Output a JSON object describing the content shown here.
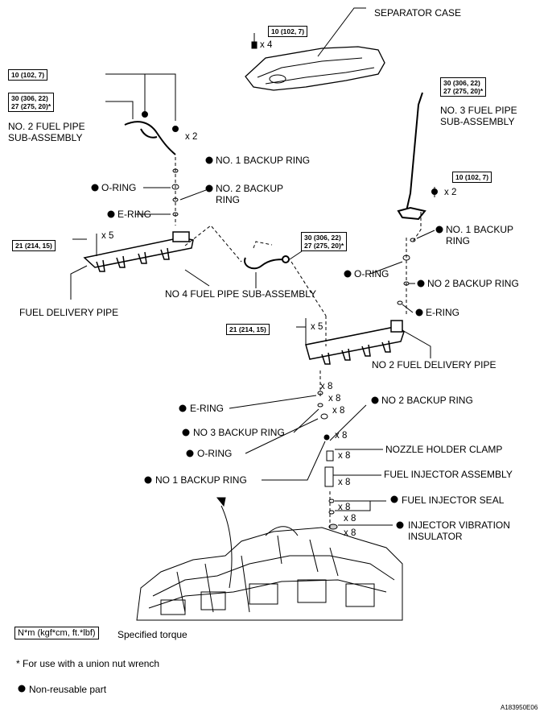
{
  "labels": {
    "separator_case": "SEPARATOR CASE",
    "no2_fuel_pipe": [
      "NO. 2 FUEL PIPE",
      "SUB-ASSEMBLY"
    ],
    "no3_fuel_pipe": [
      "NO. 3 FUEL PIPE",
      "SUB-ASSEMBLY"
    ],
    "no4_fuel_pipe": "NO  4 FUEL PIPE SUB-ASSEMBLY",
    "fuel_delivery_pipe": "FUEL DELIVERY PIPE",
    "no2_fuel_delivery_pipe": "NO  2 FUEL DELIVERY PIPE",
    "no1_backup_ring_left": "NO. 1 BACKUP RING",
    "o_ring_left": "O-RING",
    "no2_backup_ring_left": [
      "NO. 2 BACKUP",
      "RING"
    ],
    "e_ring_left": "E-RING",
    "no1_backup_ring_right": [
      "NO. 1 BACKUP",
      "RING"
    ],
    "o_ring_right": "O-RING",
    "no2_backup_ring_right": "NO  2 BACKUP RING",
    "e_ring_right": "E-RING",
    "e_ring_bottom": "E-RING",
    "no3_backup_ring_bottom": "NO  3 BACKUP RING",
    "o_ring_bottom": "O-RING",
    "no1_backup_ring_bottom": "NO  1 BACKUP RING",
    "no2_backup_ring_bottom": "NO  2 BACKUP RING",
    "nozzle_holder_clamp": "NOZZLE HOLDER CLAMP",
    "fuel_injector_assembly": "FUEL INJECTOR ASSEMBLY",
    "fuel_injector_seal": "FUEL INJECTOR SEAL",
    "injector_vibration_insulator": [
      "INJECTOR VIBRATION",
      "INSULATOR"
    ]
  },
  "torques": {
    "separator": "10 (102, 7)",
    "no2_pipe_bolt": "10 (102, 7)",
    "no2_pipe_union": [
      "30 (306, 22)",
      "27 (275, 20)*"
    ],
    "no3_pipe_union": [
      "30 (306, 22)",
      "27 (275, 20)*"
    ],
    "no3_pipe_bolt": "10 (102, 7)",
    "delivery_pipe_left": "21 (214, 15)",
    "no4_pipe_union": [
      "30 (306, 22)",
      "27 (275, 20)*"
    ],
    "delivery_pipe_right": "21 (214, 15)"
  },
  "multipliers": {
    "separator": "x 4",
    "no2_pipe": "x 2",
    "no3_pipe": "x 2",
    "delivery_left": "x 5",
    "delivery_right": "x 5",
    "e_ring": "x 8",
    "no3_backup": "x 8",
    "o_ring": "x 8",
    "no1_backup": "x 8",
    "nozzle_clamp": "x 8",
    "injector": "x 8",
    "seal_a": "x 8",
    "seal_b": "x 8",
    "insulator": "x 8"
  },
  "legend": {
    "torque_unit": "N*m (kgf*cm, ft.*lbf)",
    "torque_desc": "Specified torque",
    "union_note": "* For use with a union nut wrench",
    "non_reusable": "Non-reusable part"
  },
  "figure_code": "A183950E06"
}
